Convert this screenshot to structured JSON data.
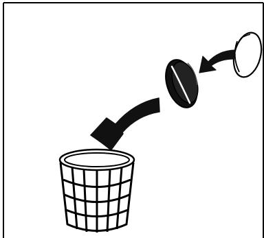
{
  "diagram": {
    "steps": [
      {
        "icon": "coin-battery-icon",
        "state": "new"
      },
      {
        "icon": "coin-battery-icon",
        "state": "removed"
      },
      {
        "icon": "trash-bin-icon",
        "state": "disposal"
      }
    ],
    "colors": {
      "stroke": "#000000",
      "fill_dark": "#111111",
      "background": "#ffffff"
    }
  }
}
